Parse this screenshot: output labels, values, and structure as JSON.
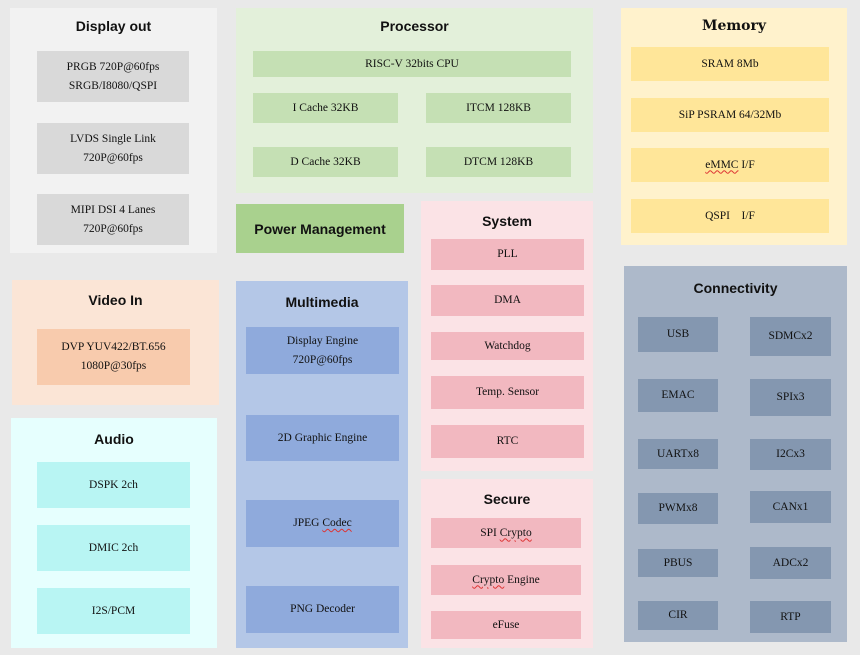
{
  "display_out": {
    "title": "Display out",
    "items": [
      {
        "lines": [
          "PRGB 720P@60fps",
          "SRGB/I8080/QSPI"
        ]
      },
      {
        "lines": [
          "LVDS Single Link",
          "720P@60fps"
        ]
      },
      {
        "lines": [
          "MIPI DSI 4 Lanes",
          "720P@60fps"
        ]
      }
    ]
  },
  "processor": {
    "title": "Processor",
    "cpu": "RISC-V 32bits CPU",
    "icache": "I Cache 32KB",
    "itcm": "ITCM 128KB",
    "dcache": "D Cache 32KB",
    "dtcm": "DTCM 128KB"
  },
  "memory": {
    "title": "Memory",
    "sram": "SRAM 8Mb",
    "psram": "SiP PSRAM 64/32Mb",
    "emmc_a": "eMMC",
    "emmc_b": "I/F",
    "qspi": "QSPI    I/F"
  },
  "power": {
    "title": "Power Management"
  },
  "system": {
    "title": "System",
    "items": [
      "PLL",
      "DMA",
      "Watchdog",
      "Temp. Sensor",
      "RTC"
    ]
  },
  "video_in": {
    "title": "Video In",
    "lines": [
      "DVP YUV422/BT.656",
      "1080P@30fps"
    ]
  },
  "multimedia": {
    "title": "Multimedia",
    "display_engine": [
      "Display Engine",
      "720P@60fps"
    ],
    "graphic": "2D Graphic Engine",
    "jpeg_a": "JPEG",
    "jpeg_b": "Codec",
    "png": "PNG Decoder"
  },
  "connectivity": {
    "title": "Connectivity",
    "left": [
      "USB",
      "EMAC",
      "UARTx8",
      "PWMx8",
      "PBUS",
      "CIR"
    ],
    "right": [
      "SDMCx2",
      "SPIx3",
      "I2Cx3",
      "CANx1",
      "ADCx2",
      "RTP"
    ]
  },
  "audio": {
    "title": "Audio",
    "items": [
      "DSPK 2ch",
      "DMIC 2ch",
      "I2S/PCM"
    ]
  },
  "secure": {
    "title": "Secure",
    "spi_a": "SPI",
    "spi_b": "Crypto",
    "crypto_a": "Crypto",
    "crypto_b": "Engine",
    "efuse": "eFuse"
  },
  "colors": {
    "display_bg": "#f2f2f2",
    "display_box": "#d9d9d9",
    "processor_bg": "#e3f0da",
    "processor_box": "#c5e0b4",
    "memory_bg": "#fff2cc",
    "memory_box": "#ffe699",
    "power_bg": "#a9d18e",
    "system_bg": "#fbe3e6",
    "system_box": "#f2b8c0",
    "video_bg": "#fbe5d6",
    "video_box": "#f8cbad",
    "multimedia_bg": "#b4c7e7",
    "multimedia_box": "#8faadc",
    "connectivity_bg": "#adb9ca",
    "connectivity_box": "#8497b0",
    "audio_bg": "#e6fffe",
    "audio_box": "#b8f5f3"
  }
}
